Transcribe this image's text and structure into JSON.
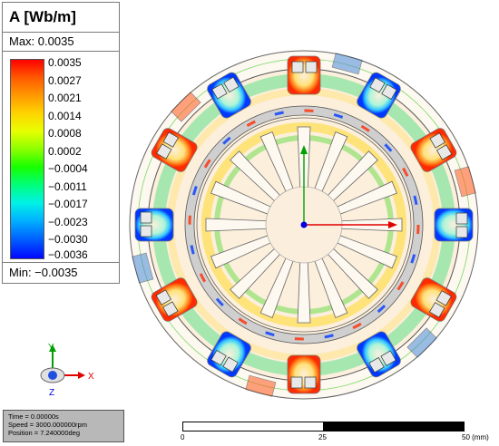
{
  "legend": {
    "title": "A [Wb/m]",
    "max_label": "Max: 0.0035",
    "min_label": "Min: −0.0035",
    "ticks": [
      "0.0035",
      "0.0027",
      "0.0021",
      "0.0014",
      "0.0008",
      "0.0002",
      "−0.0004",
      "−0.0011",
      "−0.0017",
      "−0.0023",
      "−0.0030",
      "−0.0036"
    ]
  },
  "info": {
    "time": "Time       = 0.00000s",
    "speed": "Speed     = 3000.000000rpm",
    "position": "Position = 7.240000deg"
  },
  "scale": {
    "label_0": "0",
    "label_25": "25",
    "label_50": "50 (mm)"
  },
  "triad": {
    "x": "X",
    "y": "Y",
    "z": "Z"
  },
  "colors": {
    "field_red": "#ff2a00",
    "field_yellow": "#ffe600",
    "field_green": "#22d400",
    "field_cyan": "#00c8ff",
    "field_blue": "#0038ff",
    "iron_fill": "#fcefdc",
    "axis_red": "#e00000",
    "axis_green": "#00a000",
    "axis_blue": "#0000e0"
  }
}
